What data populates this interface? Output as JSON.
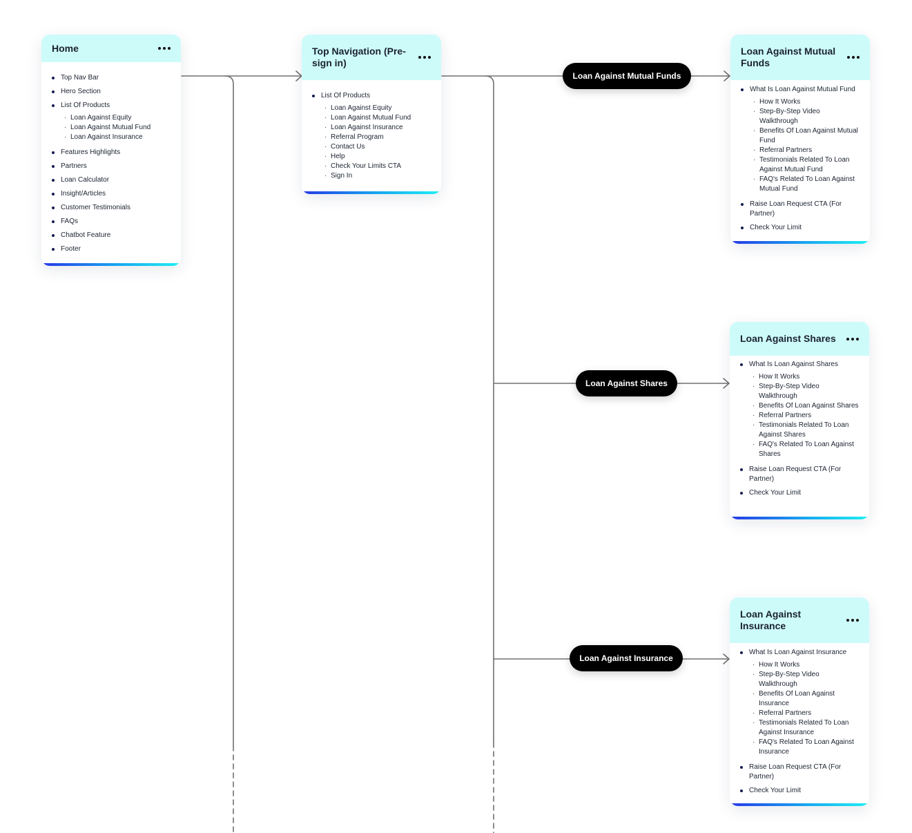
{
  "cards": {
    "home": {
      "title": "Home",
      "items": {
        "top_nav_bar": "Top Nav Bar",
        "hero_section": "Hero Section",
        "list_of_products": "List Of Products",
        "products": [
          "Loan Against Equity",
          "Loan Against Mutual Fund",
          "Loan Against Insurance"
        ],
        "features_highlights": "Features Highlights",
        "partners": "Partners",
        "loan_calculator": "Loan Calculator",
        "insight_articles": "Insight/Articles",
        "customer_testimonials": "Customer Testimonials",
        "faqs": "FAQs",
        "chatbot_feature": "Chatbot Feature",
        "footer": "Footer"
      }
    },
    "top_navigation": {
      "title": "Top Navigation (Pre-sign in)",
      "items": {
        "list_of_products": "List Of Products",
        "subs": [
          "Loan Against Equity",
          "Loan Against Mutual Fund",
          "Loan Against Insurance",
          "Referral Program",
          "Contact Us",
          "Help",
          "Check Your Limits CTA",
          "Sign In"
        ]
      }
    },
    "mutual_funds": {
      "title": "Loan Against Mutual Funds",
      "what_is": "What Is Loan Against Mutual Fund",
      "subs": [
        "How It Works",
        "Step-By-Step Video Walkthrough",
        "Benefits Of Loan Against Mutual Fund",
        "Referral Partners",
        "Testimonials Related To Loan Against Mutual Fund",
        "FAQ's Related To Loan Against Mutual Fund"
      ],
      "raise_loan": "Raise Loan Request CTA (For Partner)",
      "check_limit": "Check Your Limit"
    },
    "shares": {
      "title": "Loan Against Shares",
      "what_is": "What Is Loan Against Shares",
      "subs": [
        "How It Works",
        "Step-By-Step Video Walkthrough",
        "Benefits Of Loan Against Shares",
        "Referral Partners",
        "Testimonials Related To Loan Against Shares",
        "FAQ's Related To Loan Against Shares"
      ],
      "raise_loan": "Raise Loan Request CTA (For Partner)",
      "check_limit": "Check Your Limit"
    },
    "insurance": {
      "title": "Loan Against Insurance",
      "what_is": "What Is Loan Against Insurance",
      "subs": [
        "How It Works",
        "Step-By-Step Video Walkthrough",
        "Benefits Of Loan Against Insurance",
        "Referral Partners",
        "Testimonials Related To Loan Against Insurance",
        "FAQ's Related To Loan Against Insurance"
      ],
      "raise_loan": "Raise Loan Request CTA (For Partner)",
      "check_limit": "Check Your Limit"
    }
  },
  "pills": {
    "mutual_funds": "Loan Against Mutual Funds",
    "shares": "Loan Against Shares",
    "insurance": "Loan Against Insurance"
  },
  "colors": {
    "header_bg": "#cdfbfa",
    "pill_bg": "#000000",
    "connector": "#6b6b6b",
    "gradient_start": "#2638e6",
    "gradient_end": "#1ff0f2"
  },
  "icons": {
    "card_menu": "more-horizontal-icon",
    "connector_end": "arrow-right-icon"
  }
}
